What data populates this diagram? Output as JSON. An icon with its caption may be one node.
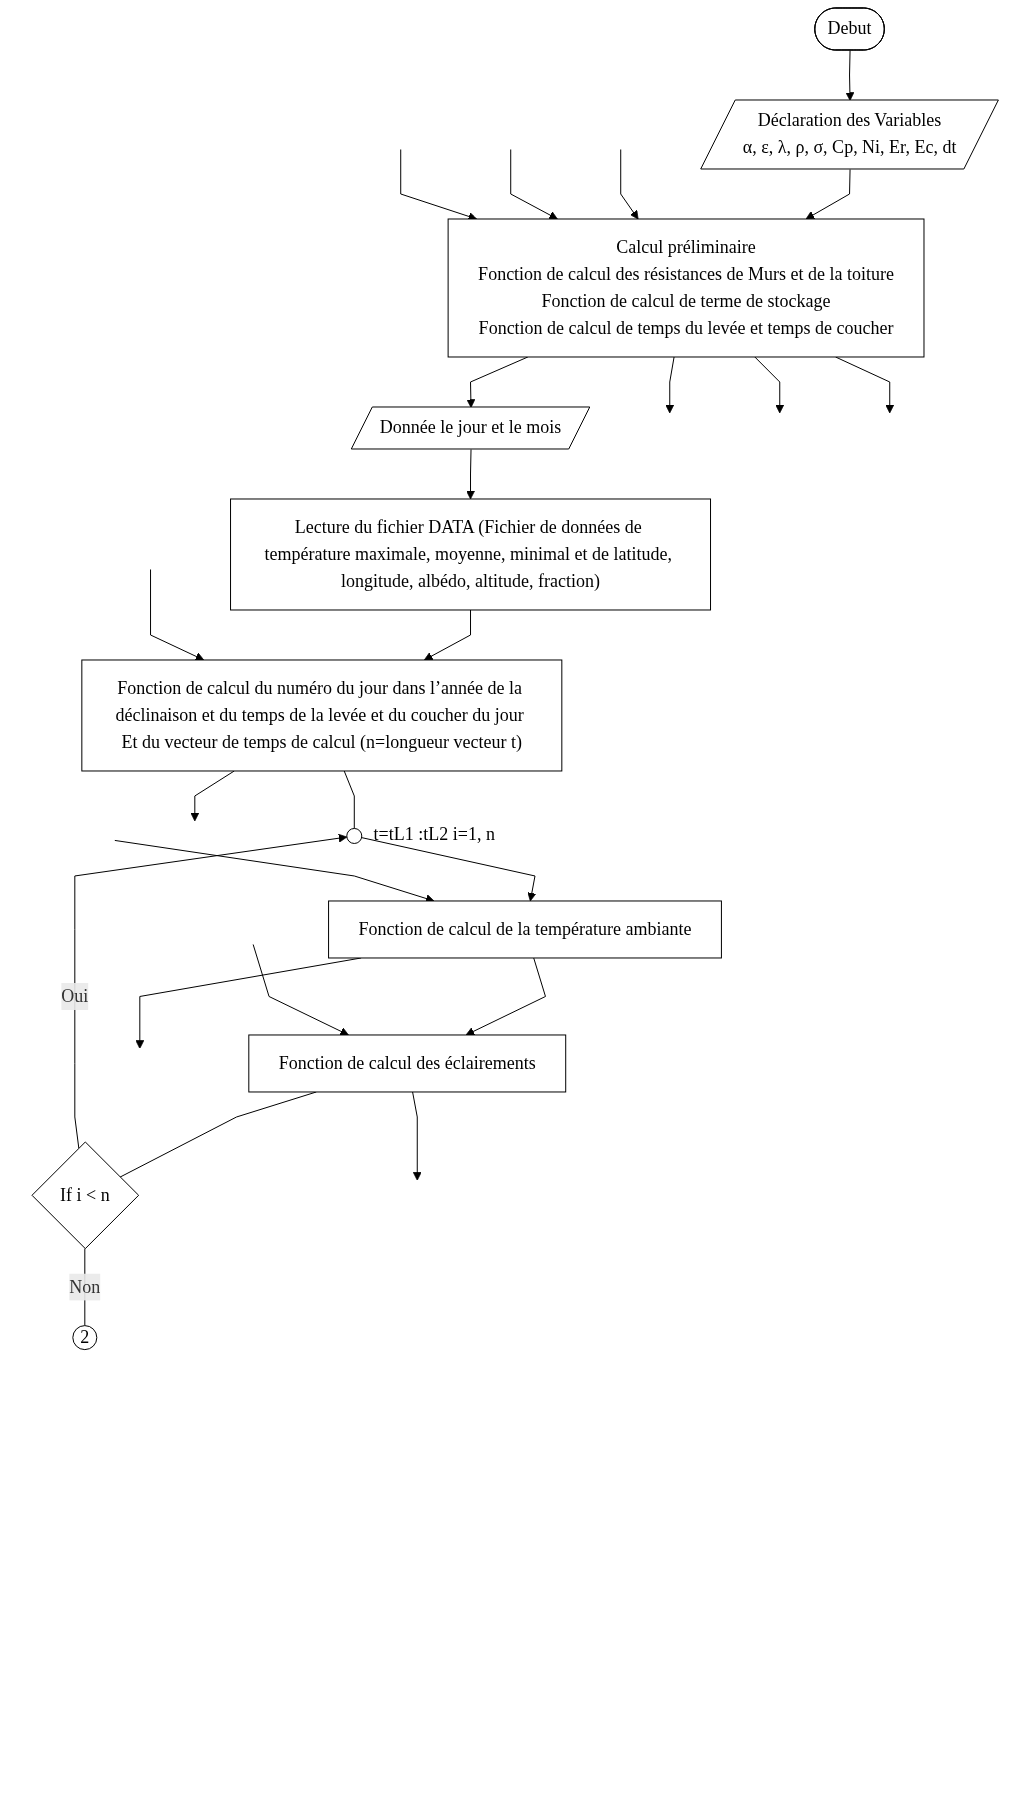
{
  "diagram": {
    "nodes": [
      {
        "text": [
          "Debut"
        ]
      },
      {
        "text": [
          "Déclaration des Variables",
          "α, ε, λ, ρ, σ, Cp, Ni, Er, Ec, dt"
        ]
      },
      {
        "text": [
          "Calcul préliminaire",
          "Fonction de calcul des résistances de Murs et de la toiture",
          "Fonction de calcul de terme de stockage",
          "Fonction de calcul de temps du levée et temps de coucher"
        ]
      },
      {
        "text": [
          "Donnée le jour et le mois"
        ]
      },
      {
        "text": [
          "Lecture du fichier DATA (Fichier de données de température maximale, moyenne, minimal et de latitude, longitude, albédo, altitude, fraction)"
        ]
      },
      {
        "text": [
          "Fonction de calcul du numéro du jour dans l’année de la déclinaison et du temps de la levée et du coucher du jour Et du vecteur de temps de calcul (n=longueur vecteur t)"
        ]
      },
      {
        "text": [],
        "shape": "circle",
        "beside": [
          "t=tL1 :tL2 i=1, n"
        ]
      },
      {
        "text": [
          "Fonction de calcul de la température ambiante"
        ]
      },
      {
        "text": [
          "Fonction de calcul des éclairements"
        ]
      },
      {
        "text": [
          "If i < n"
        ]
      },
      {
        "text": [
          "2"
        ]
      }
    ],
    "edges": [
      {
        "from": 0,
        "to": 1,
        "arrow": "to"
      },
      {
        "from": 1,
        "to": 2,
        "arrow": "to"
      },
      {
        "from": 2,
        "to": 3,
        "arrow": "to"
      },
      {
        "from": 3,
        "to": 4,
        "arrow": "to"
      },
      {
        "from": 4,
        "to": 5,
        "arrow": "to"
      },
      {
        "from": 5,
        "to": 6,
        "arrow": "none"
      },
      {
        "from": 6,
        "to": 7,
        "arrow": "to"
      },
      {
        "from": 7,
        "to": 8,
        "arrow": "to"
      },
      {
        "from": 8,
        "to": 9,
        "arrow": "none"
      },
      {
        "from": 9,
        "to": 6,
        "arrow": "to",
        "label": "Oui"
      },
      {
        "from": 9,
        "to": 10,
        "arrow": "none",
        "label": "Non"
      },
      {
        "from": null,
        "to": 2,
        "arrow": "to"
      },
      {
        "from": 2,
        "to": null,
        "arrow": "to"
      },
      {
        "from": null,
        "to": 2,
        "arrow": "to"
      },
      {
        "from": 2,
        "to": null,
        "arrow": "to"
      },
      {
        "from": null,
        "to": 2,
        "arrow": "to"
      },
      {
        "from": 2,
        "to": null,
        "arrow": "to"
      },
      {
        "from": null,
        "to": 5,
        "arrow": "to"
      },
      {
        "from": 5,
        "to": null,
        "arrow": "to"
      },
      {
        "from": null,
        "to": 7,
        "arrow": "to"
      },
      {
        "from": 7,
        "to": null,
        "arrow": "to"
      },
      {
        "from": null,
        "to": 8,
        "arrow": "to"
      },
      {
        "from": 8,
        "to": null,
        "arrow": "to"
      }
    ]
  }
}
